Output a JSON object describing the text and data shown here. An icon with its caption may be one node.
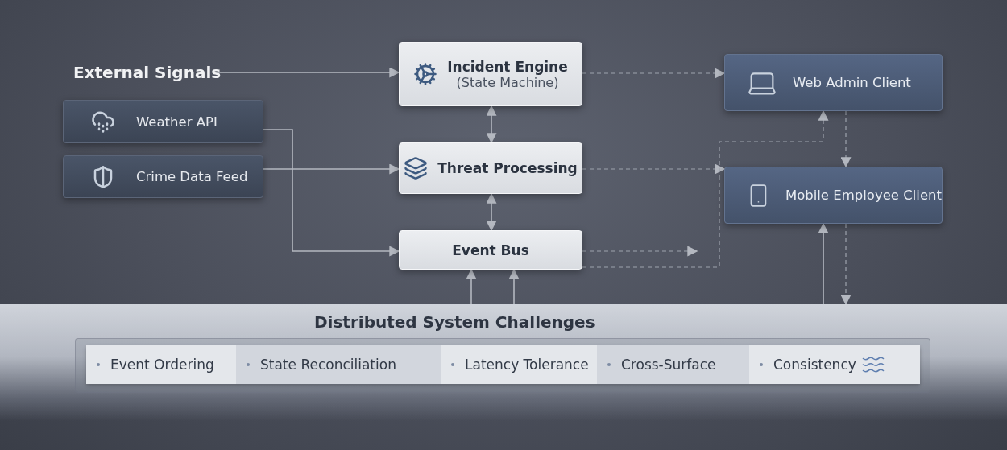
{
  "diagram": {
    "nodes": [
      {
        "text": [
          "External Signals"
        ]
      },
      {
        "text": [
          "Weather API"
        ]
      },
      {
        "text": [
          "Crime Data Feed"
        ]
      },
      {
        "text": [
          "Incident Engine",
          "(State Machine)"
        ]
      },
      {
        "text": [
          "Threat Processing"
        ]
      },
      {
        "text": [
          "Event Bus"
        ]
      },
      {
        "text": [
          "Web Admin Client"
        ]
      },
      {
        "text": [
          "Mobile Employee Client"
        ]
      },
      {
        "text": [
          "Distributed System Challenges"
        ]
      },
      {
        "text": [
          "Event Ordering"
        ],
        "in": 8
      },
      {
        "text": [
          "State Reconciliation"
        ],
        "in": 8
      },
      {
        "text": [
          "Latency Tolerance"
        ],
        "in": 8
      },
      {
        "text": [
          "Cross-Surface"
        ],
        "in": 8
      },
      {
        "text": [
          "Consistency"
        ],
        "in": 8
      }
    ],
    "edges": [
      {
        "from": 0,
        "to": 3,
        "arrow": "to"
      },
      {
        "from": 1,
        "to": 5,
        "arrow": "to"
      },
      {
        "from": 2,
        "to": 4,
        "arrow": "to"
      },
      {
        "from": 3,
        "to": 4,
        "arrow": "both"
      },
      {
        "from": 4,
        "to": 5,
        "arrow": "both"
      },
      {
        "from": 3,
        "to": 6,
        "arrow": "to",
        "style": "dashed"
      },
      {
        "from": 4,
        "to": 7,
        "arrow": "to",
        "style": "dashed"
      },
      {
        "from": 5,
        "to": null,
        "arrow": "to",
        "style": "dashed"
      },
      {
        "from": 5,
        "to": 6,
        "arrow": "to",
        "style": "dashed"
      },
      {
        "from": 6,
        "to": 7,
        "arrow": "to",
        "style": "dashed"
      },
      {
        "from": 8,
        "to": 5,
        "arrow": "to"
      },
      {
        "from": 8,
        "to": 5,
        "arrow": "to"
      },
      {
        "from": 8,
        "to": 7,
        "arrow": "to"
      },
      {
        "from": 7,
        "to": 8,
        "arrow": "to",
        "style": "dashed"
      }
    ]
  }
}
